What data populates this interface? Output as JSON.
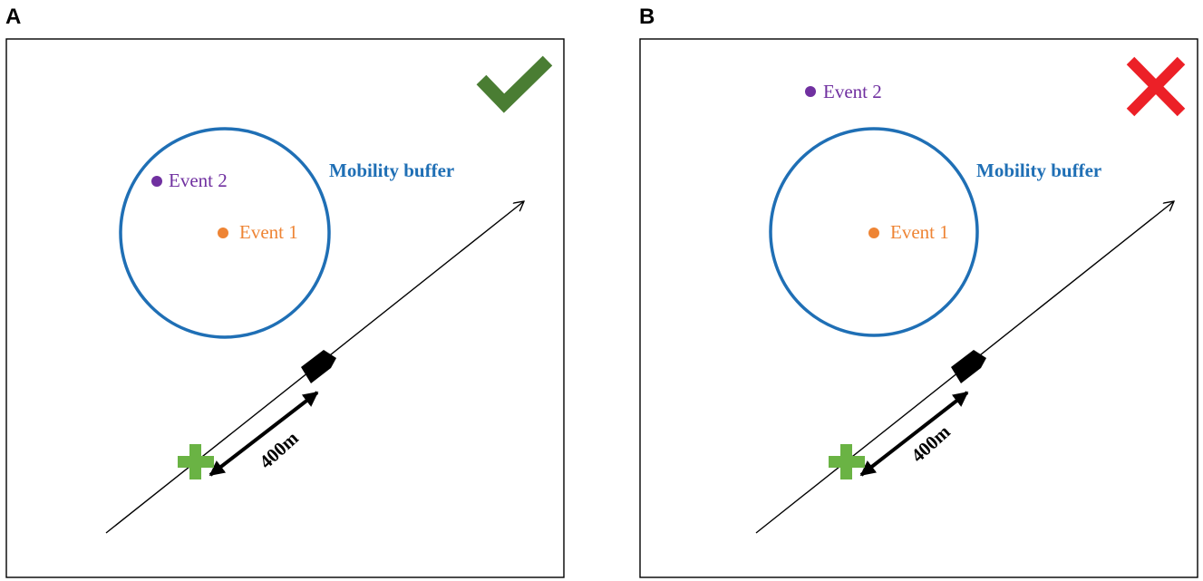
{
  "colors": {
    "buffer": "#1f6fb5",
    "event1": "#ee8434",
    "event2": "#7030a0",
    "check": "#4a7d33",
    "cross": "#ec2027",
    "plus": "#6ab344",
    "frame": "#000000"
  },
  "icons": {
    "valid_marker": "check-icon",
    "invalid_marker": "cross-icon",
    "location_marker": "plus-icon",
    "vehicle_marker": "vehicle-icon"
  },
  "panels": [
    {
      "letter": "A",
      "buffer_label": "Mobility buffer",
      "event1_label": "Event 1",
      "event2_label": "Event 2",
      "distance_label": "400m",
      "verdict": "valid"
    },
    {
      "letter": "B",
      "buffer_label": "Mobility buffer",
      "event1_label": "Event 1",
      "event2_label": "Event 2",
      "distance_label": "400m",
      "verdict": "invalid"
    }
  ]
}
